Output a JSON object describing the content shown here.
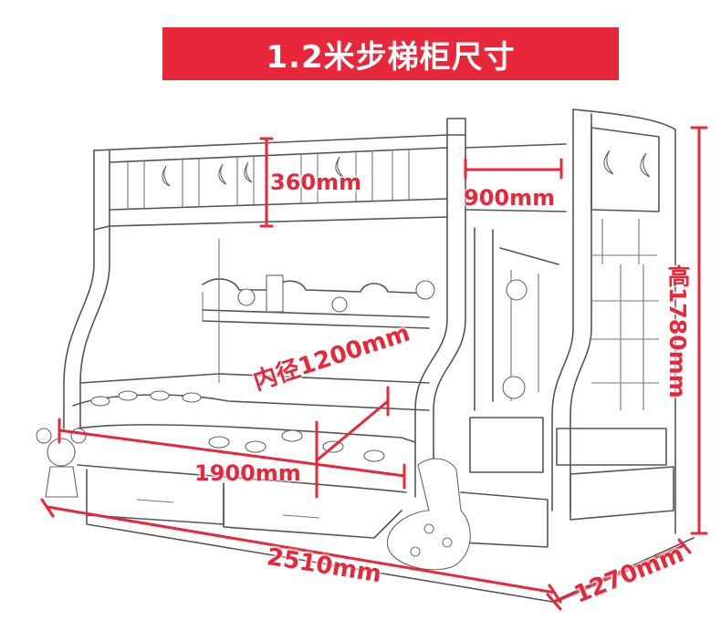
{
  "title": "1.2米步梯柜尺寸",
  "dimensions": {
    "rail_height": "360mm",
    "stair_width": "900mm",
    "inner_width": "内径1200mm",
    "inner_length": "1900mm",
    "total_length": "2510mm",
    "total_depth": "1270mm",
    "total_height": "高1780mm"
  },
  "colors": {
    "accent": "#e8283a",
    "line": "#555555"
  }
}
